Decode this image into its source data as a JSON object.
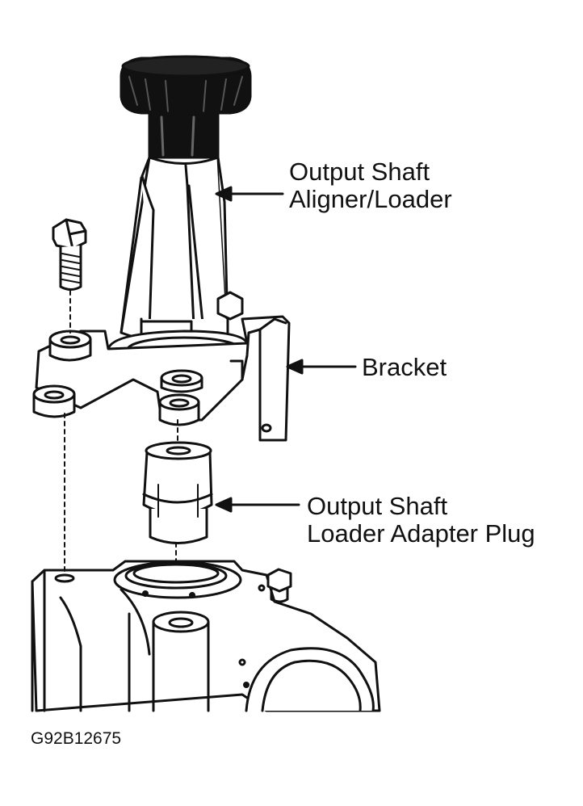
{
  "labels": {
    "aligner_line1": "Output Shaft",
    "aligner_line2": "Aligner/Loader",
    "bracket": "Bracket",
    "plug_line1": "Output Shaft",
    "plug_line2": "Loader Adapter Plug"
  },
  "figure_id": "G92B12675",
  "colors": {
    "ink": "#111111",
    "paper": "#ffffff"
  }
}
